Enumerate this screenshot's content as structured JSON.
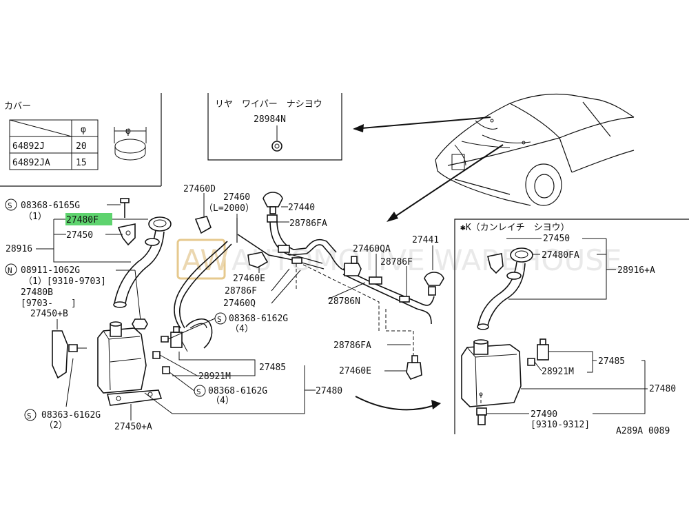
{
  "watermark": {
    "logo": "AW",
    "text": "AUTOMOTIVE WAREHOUSE"
  },
  "cover_box": {
    "title": "カバー",
    "phi_header": "φ",
    "rows": [
      {
        "part": "64892J",
        "size": "20"
      },
      {
        "part": "64892JA",
        "size": "15"
      }
    ],
    "icon_label": "φ"
  },
  "rear_box": {
    "title": "リヤ　ワイパー　ナシヨウ",
    "part": "28984N"
  },
  "cold_box": {
    "title": "✱K（カンレイチ　シヨウ）"
  },
  "labels": {
    "bolt_spec": "08368-6165G",
    "bolt_qty": "（1）",
    "cap": "27480F",
    "tank_assy": "28916",
    "filler_tube": "27450",
    "nut_spec": "08911-1062G",
    "nut_qty": "（1）[9310-9703]",
    "cap_b": "27480B",
    "cap_b_date": "[9703-　　]",
    "bracket_b": "27450+B",
    "screw_low": "08363-6162G",
    "screw_low_qty": "（2）",
    "bracket_a": "27450+A",
    "clip_d": "27460D",
    "hose": "27460",
    "hose_len": "（L=2000）",
    "nozzle": "27440",
    "joint_fa": "28786FA",
    "clip_e": "27460E",
    "joint_f": "28786F",
    "hose_q": "27460Q",
    "hose_qa": "27460QA",
    "nozzle_r": "27441",
    "joint_f2": "28786F",
    "joint_n": "28786N",
    "joint_fa_low": "28786FA",
    "clip_e_low": "27460E",
    "screw_mid": "08368-6162G",
    "screw_mid_qty": "（4）",
    "pump_assy": "27485",
    "grommet": "28921M",
    "screw_bot": "08368-6162G",
    "screw_bot_qty": "（4）",
    "tank": "27480",
    "k_filler": "27450",
    "k_cap": "27480FA",
    "k_tank_assy": "28916+A",
    "k_pump": "27485",
    "k_grommet": "28921M",
    "k_tank": "27480",
    "k_sensor": "27490",
    "k_sensor_date": "[9310-9312]",
    "figure_code": "A289A 0089"
  },
  "circle_marks": {
    "s": "S",
    "n": "N"
  },
  "highlight_color": "#5ed36e"
}
